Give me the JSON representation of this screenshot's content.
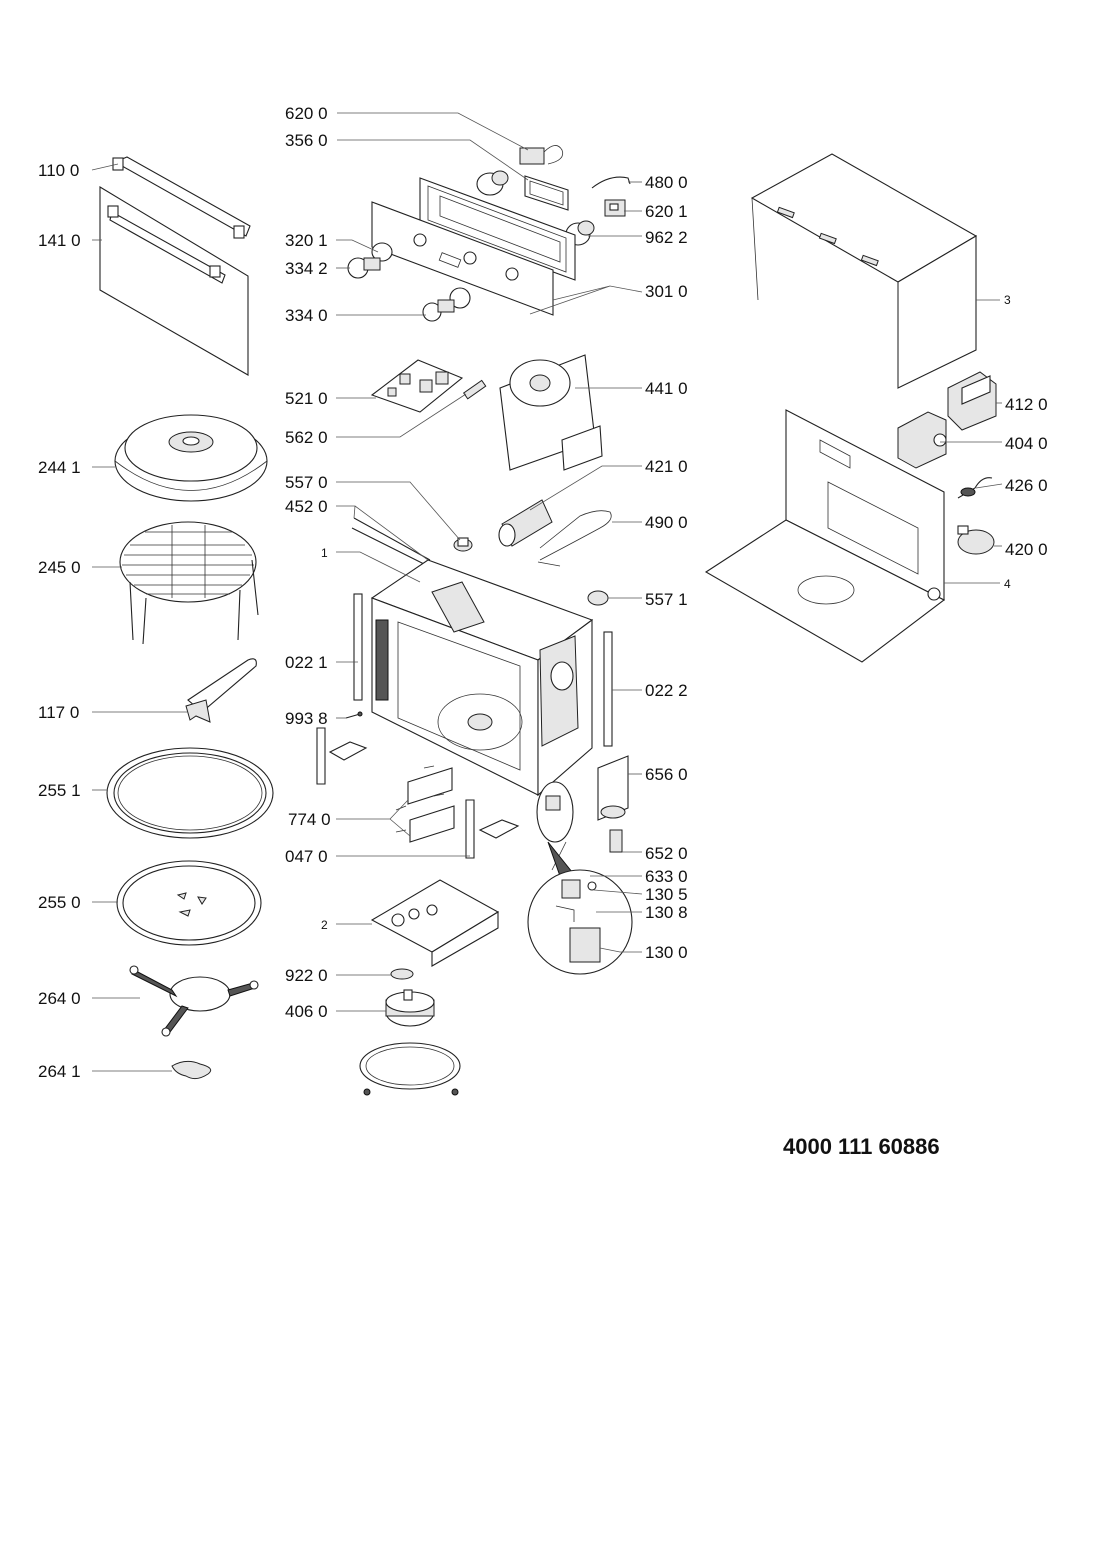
{
  "document_number": "4000 111 60886",
  "callouts": {
    "c6200": "620 0",
    "c3560": "356 0",
    "c1100": "110 0",
    "c4800": "480 0",
    "c6201": "620 1",
    "c1410": "141 0",
    "c3201": "320 1",
    "c9622": "962 2",
    "c3342": "334 2",
    "c3010": "301 0",
    "c3340": "334 0",
    "c3": "3",
    "c5210": "521 0",
    "c4410": "441 0",
    "c4120": "412 0",
    "c5620": "562 0",
    "c4040": "404 0",
    "c2441": "244 1",
    "c4210": "421 0",
    "c4260": "426 0",
    "c5570": "557 0",
    "c4520": "452 0",
    "c4900": "490 0",
    "c1": "1",
    "c4200": "420 0",
    "c2450": "245 0",
    "c4": "4",
    "c5571": "557 1",
    "c0221": "022 1",
    "c0222": "022 2",
    "c1170": "117 0",
    "c9938": "993 8",
    "c6560": "656 0",
    "c2551": "255 1",
    "c7740": "774 0",
    "c0470": "047 0",
    "c6520": "652 0",
    "c6330": "633 0",
    "c1305": "130 5",
    "c2550": "255 0",
    "c1308": "130 8",
    "c2": "2",
    "c1300": "130 0",
    "c9220": "922 0",
    "c2640": "264 0",
    "c4060": "406 0",
    "c2641": "264 1"
  }
}
